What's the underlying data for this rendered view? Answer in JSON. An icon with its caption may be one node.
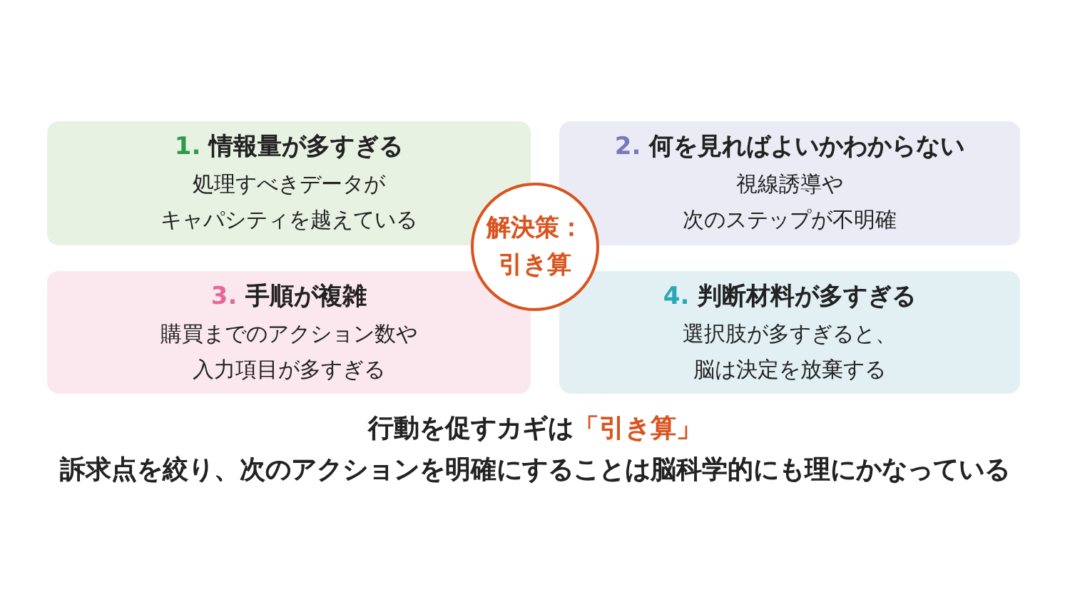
{
  "diagram": {
    "nodes": [
      {
        "text": [
          "**1.** 情報量が多すぎる",
          "処理すべきデータがキャパシティを越えている"
        ]
      },
      {
        "text": [
          "**2.** 何を見ればよいかわからない",
          "視線誘導や次のステップが不明確"
        ]
      },
      {
        "text": [
          "解決策：引き算"
        ]
      },
      {
        "text": [
          "**3.** 手順が複雑",
          "購買までのアクション数や入力項目が多すぎる"
        ]
      },
      {
        "text": [
          "**4.** 判断材料が多すぎる",
          "選択肢が多すぎると、脳は決定を放棄する"
        ]
      }
    ],
    "labels": [
      "行動を促すカギは**「引き算」**",
      "訴求点を絞り、次のアクションを明確にすることは脳科学的にも理にかなっている"
    ]
  }
}
